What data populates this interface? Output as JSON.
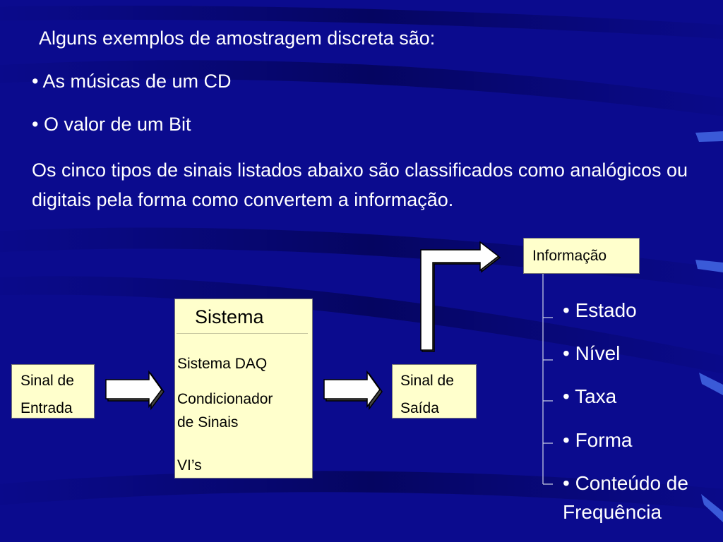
{
  "slide": {
    "heading": "Alguns exemplos de amostragem discreta são:",
    "bullets": [
      "• As músicas de um CD",
      "• O valor  de um Bit"
    ],
    "paragraph": "Os cinco tipos de sinais listados abaixo são classificados como analógicos ou digitais pela forma como convertem a informação."
  },
  "diagram": {
    "input": {
      "line1": "Sinal de",
      "line2": "Entrada"
    },
    "system": {
      "title": "Sistema",
      "item1": "Sistema DAQ",
      "item2_line1": "Condicionador",
      "item2_line2": "de  Sinais",
      "item3": "VI’s"
    },
    "output": {
      "line1": "Sinal de",
      "line2": "Saída"
    },
    "info": {
      "label": "Informação"
    },
    "info_items": [
      "• Estado",
      "• Nível",
      "• Taxa",
      "• Forma",
      "• Conteúdo de",
      "Frequência"
    ]
  },
  "colors": {
    "background": "#0a0a8c",
    "box_fill": "#ffffcc",
    "text": "#ffffff"
  }
}
